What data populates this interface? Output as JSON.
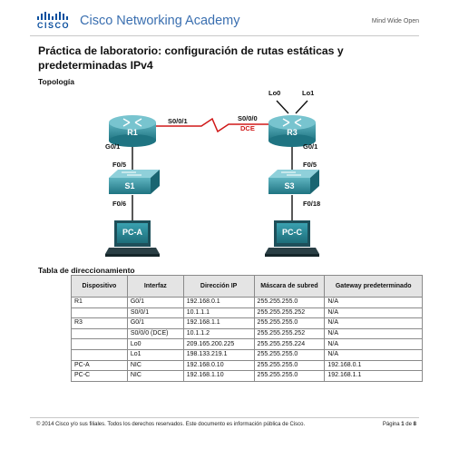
{
  "header": {
    "logo_text": "CISCO",
    "academy": "Cisco Networking Academy",
    "tagline": "Mind Wide Open"
  },
  "title": "Práctica de laboratorio: configuración de rutas estáticas y predeterminadas IPv4",
  "topology": {
    "heading": "Topología",
    "labels": {
      "r1_s001": "S0/0/1",
      "r3_s000": "S0/0/0",
      "dce": "DCE",
      "lo0": "Lo0",
      "lo1": "Lo1",
      "r1_g01": "G0/1",
      "r3_g01": "G0/1",
      "s1_f05": "F0/5",
      "s1_f06": "F0/6",
      "s3_f05": "F0/5",
      "s3_f018": "F0/18"
    },
    "devices": {
      "r1": "R1",
      "r3": "R3",
      "s1": "S1",
      "s3": "S3",
      "pca": "PC-A",
      "pcc": "PC-C"
    }
  },
  "table": {
    "heading": "Tabla de direccionamiento",
    "columns": [
      "Dispositivo",
      "Interfaz",
      "Dirección IP",
      "Máscara de subred",
      "Gateway predeterminado"
    ],
    "rows": [
      [
        "R1",
        "G0/1",
        "192.168.0.1",
        "255.255.255.0",
        "N/A"
      ],
      [
        "",
        "S0/0/1",
        "10.1.1.1",
        "255.255.255.252",
        "N/A"
      ],
      [
        "R3",
        "G0/1",
        "192.168.1.1",
        "255.255.255.0",
        "N/A"
      ],
      [
        "",
        "S0/0/0 (DCE)",
        "10.1.1.2",
        "255.255.255.252",
        "N/A"
      ],
      [
        "",
        "Lo0",
        "209.165.200.225",
        "255.255.255.224",
        "N/A"
      ],
      [
        "",
        "Lo1",
        "198.133.219.1",
        "255.255.255.0",
        "N/A"
      ],
      [
        "PC-A",
        "NIC",
        "192.168.0.10",
        "255.255.255.0",
        "192.168.0.1"
      ],
      [
        "PC-C",
        "NIC",
        "192.168.1.10",
        "255.255.255.0",
        "192.168.1.1"
      ]
    ]
  },
  "footer": {
    "left": "© 2014 Cisco y/o sus filiales. Todos los derechos reservados. Este documento es información pública de Cisco.",
    "page_label": "Página",
    "page_current": "1",
    "page_sep": "de",
    "page_total": "8"
  },
  "colors": {
    "cisco_blue": "#0b4f9e",
    "device_teal": "#2a8a98",
    "serial_red": "#d01818"
  }
}
